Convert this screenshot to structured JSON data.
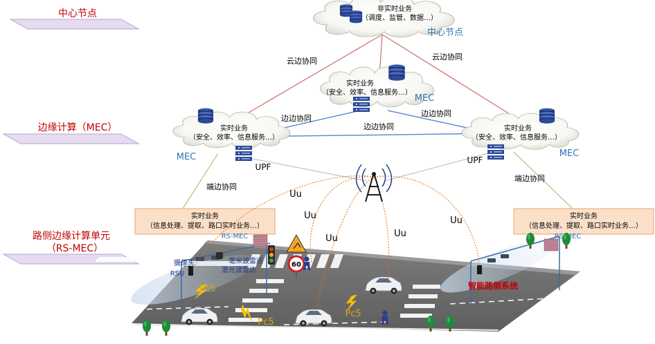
{
  "layers": {
    "center": "中心节点",
    "edge": "边缘计算（MEC）",
    "roadside_l1": "路侧边缘计算单元",
    "roadside_l2": "（RS-MEC）"
  },
  "center_cloud": {
    "l1": "非实时业务",
    "l2": "（调度、监管、数据…）",
    "label": "中心节点"
  },
  "mec_top": {
    "l1": "实时业务",
    "l2": "（安全、效率、信息服务…）",
    "label": "MEC"
  },
  "mec_left": {
    "l1": "实时业务",
    "l2": "（安全、效率、信息服务…）",
    "label": "MEC",
    "upf": "UPF"
  },
  "mec_right": {
    "l1": "实时业务",
    "l2": "（安全、效率、信息服务…）",
    "label": "MEC",
    "upf": "UPF"
  },
  "links": {
    "cloud_edge_left": "云边协同",
    "cloud_edge_right": "云边协同",
    "edge_edge_left": "边边协同",
    "edge_edge_right": "边边协同",
    "edge_edge_mid": "边边协同",
    "device_edge_left": "端边协同",
    "device_edge_right": "端边协同"
  },
  "rs_left": {
    "l1": "实时业务",
    "l2": "（信息处理、提取、路口实时业务…）",
    "label": "RS-MEC"
  },
  "rs_right": {
    "l1": "实时业务",
    "l2": "（信息处理、提取、路口实时业务…）",
    "label": "RS-MEC"
  },
  "devices": {
    "camera": "摄像头",
    "rsu": "RSU",
    "mmwave": "毫米波雷达",
    "lidar": "激光波雷达"
  },
  "radio": {
    "uu1": "Uu",
    "uu2": "Uu",
    "uu3": "Uu",
    "uu4": "Uu",
    "uu5": "Uu",
    "pc5_1": "Pc5",
    "pc5_2": "Pc5",
    "pc5_3": "Pc5"
  },
  "speed_sign": "60",
  "smart_road": "智能路侧系统",
  "colors": {
    "red_text": "#c00000",
    "blue_text": "#2e75b6",
    "orange_box": "#fbe0c9",
    "parallelogram": "#e6dcf0",
    "cloud_edge_line": "#c0504d",
    "edge_edge_line": "#5b8fd6",
    "device_edge_line": "#9bbb59",
    "uu_dot": "#e36c09"
  }
}
